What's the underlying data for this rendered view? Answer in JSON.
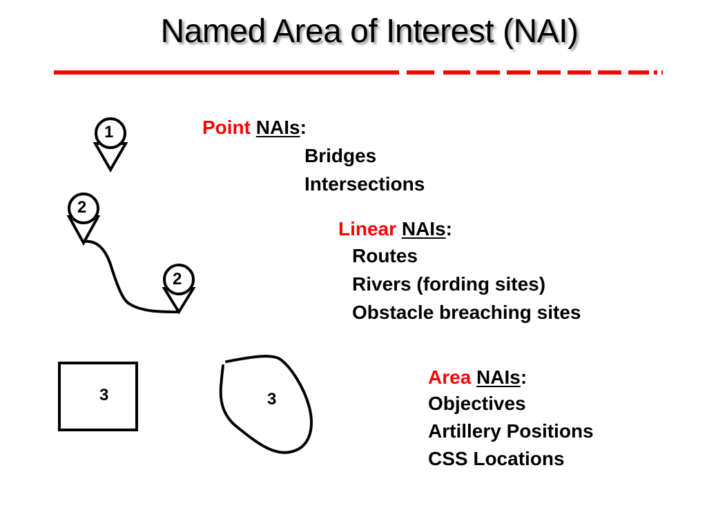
{
  "title": "Named Area of Interest (NAI)",
  "colors": {
    "accent": "#ff0000",
    "text": "#000000",
    "background": "#ffffff"
  },
  "point": {
    "keyword": "Point",
    "nais": "NAIs",
    "colon": ":",
    "items": [
      "Bridges",
      "Intersections"
    ]
  },
  "linear": {
    "keyword": "Linear",
    "nais": "NAIs",
    "colon": ":",
    "items": [
      "Routes",
      "Rivers (fording sites)",
      "Obstacle breaching sites"
    ]
  },
  "area": {
    "keyword": "Area",
    "nais": "NAIs",
    "colon": ":",
    "items": [
      "Objectives",
      "Artillery Positions",
      "CSS Locations"
    ]
  },
  "markers": {
    "point_label": "1",
    "linear_start_label": "2",
    "linear_end_label": "2",
    "box_label": "3",
    "blob_label": "3"
  }
}
